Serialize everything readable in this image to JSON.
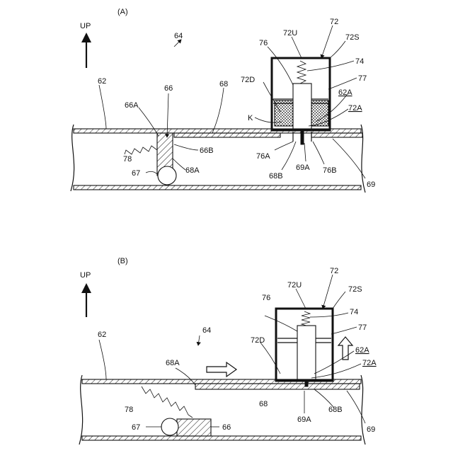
{
  "panel_a": {
    "caption": "(A)",
    "up": "UP",
    "labels": {
      "n64": "64",
      "n62": "62",
      "n66": "66",
      "n66A": "66A",
      "n66B": "66B",
      "n67": "67",
      "n68": "68",
      "n68A": "68A",
      "n68B": "68B",
      "n69": "69",
      "n69A": "69A",
      "n72": "72",
      "n72U": "72U",
      "n72S": "72S",
      "n72D": "72D",
      "n72A": "72A",
      "n62A": "62A",
      "n74": "74",
      "n76": "76",
      "n76A": "76A",
      "n76B": "76B",
      "n77": "77",
      "n78": "78",
      "nK": "K"
    }
  },
  "panel_b": {
    "caption": "(B)",
    "up": "UP",
    "labels": {
      "n64": "64",
      "n62": "62",
      "n66": "66",
      "n67": "67",
      "n68": "68",
      "n68A": "68A",
      "n68B": "68B",
      "n69": "69",
      "n69A": "69A",
      "n72": "72",
      "n72U": "72U",
      "n72S": "72S",
      "n72D": "72D",
      "n72A": "72A",
      "n62A": "62A",
      "n74": "74",
      "n76": "76",
      "n77": "77",
      "n78": "78"
    }
  }
}
